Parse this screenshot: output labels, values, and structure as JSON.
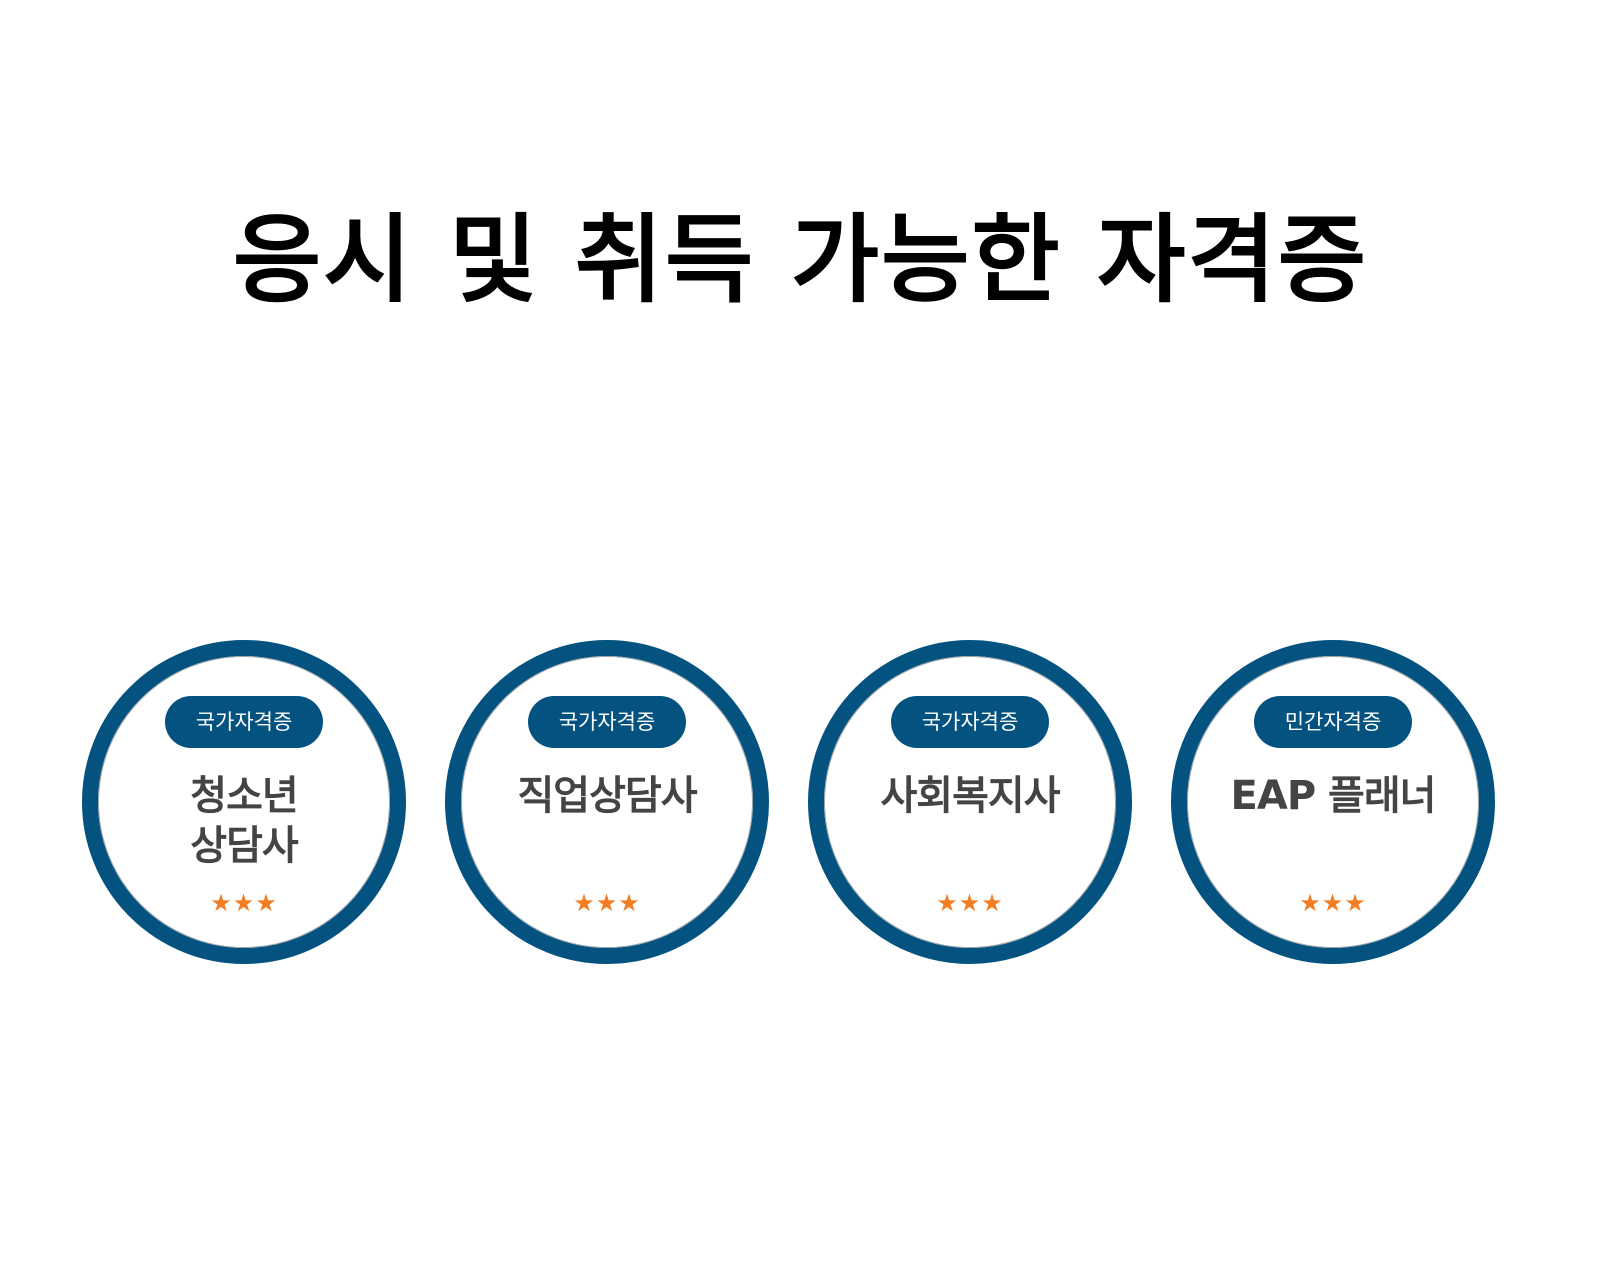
{
  "page": {
    "title": "응시 및 취득 가능한 자격증"
  },
  "cards": [
    {
      "badge": "국가자격증",
      "title_lines": [
        "청소년",
        "상담사"
      ],
      "rating": 3
    },
    {
      "badge": "국가자격증",
      "title_lines": [
        "직업상담사"
      ],
      "rating": 3
    },
    {
      "badge": "국가자격증",
      "title_lines": [
        "사회복지사"
      ],
      "rating": 3
    },
    {
      "badge": "민간자격증",
      "title_lines": [
        "EAP 플래너"
      ],
      "rating": 3
    }
  ],
  "colors": {
    "ring": "#04527f",
    "badge_bg": "#04527f",
    "badge_text": "#ffffff",
    "title_text": "#444444",
    "star": "#f37d23"
  },
  "icons": {
    "star": "star-icon"
  }
}
